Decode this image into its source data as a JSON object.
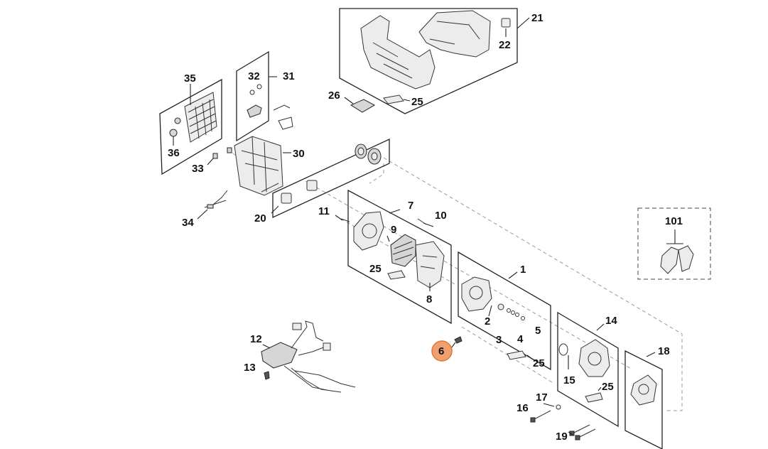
{
  "diagram": {
    "parts": [
      {
        "id": "p21",
        "label": "21"
      },
      {
        "id": "p22",
        "label": "22"
      },
      {
        "id": "p26",
        "label": "26"
      },
      {
        "id": "p25a",
        "label": "25"
      },
      {
        "id": "p35",
        "label": "35"
      },
      {
        "id": "p36",
        "label": "36"
      },
      {
        "id": "p32",
        "label": "32"
      },
      {
        "id": "p31",
        "label": "31"
      },
      {
        "id": "p30",
        "label": "30"
      },
      {
        "id": "p33",
        "label": "33"
      },
      {
        "id": "p34",
        "label": "34"
      },
      {
        "id": "p20",
        "label": "20"
      },
      {
        "id": "p11",
        "label": "11"
      },
      {
        "id": "p7",
        "label": "7"
      },
      {
        "id": "p10",
        "label": "10"
      },
      {
        "id": "p9",
        "label": "9"
      },
      {
        "id": "p25b",
        "label": "25"
      },
      {
        "id": "p8",
        "label": "8"
      },
      {
        "id": "p1",
        "label": "1"
      },
      {
        "id": "p2",
        "label": "2"
      },
      {
        "id": "p3",
        "label": "3"
      },
      {
        "id": "p4",
        "label": "4"
      },
      {
        "id": "p5",
        "label": "5"
      },
      {
        "id": "p6",
        "label": "6"
      },
      {
        "id": "p25c",
        "label": "25"
      },
      {
        "id": "p12",
        "label": "12"
      },
      {
        "id": "p13",
        "label": "13"
      },
      {
        "id": "p14",
        "label": "14"
      },
      {
        "id": "p15",
        "label": "15"
      },
      {
        "id": "p25d",
        "label": "25"
      },
      {
        "id": "p18",
        "label": "18"
      },
      {
        "id": "p17",
        "label": "17"
      },
      {
        "id": "p16",
        "label": "16"
      },
      {
        "id": "p19",
        "label": "19"
      },
      {
        "id": "p101",
        "label": "101"
      }
    ],
    "highlight": {
      "label": "6",
      "color": "#f0a070",
      "stroke": "#e07830"
    }
  }
}
